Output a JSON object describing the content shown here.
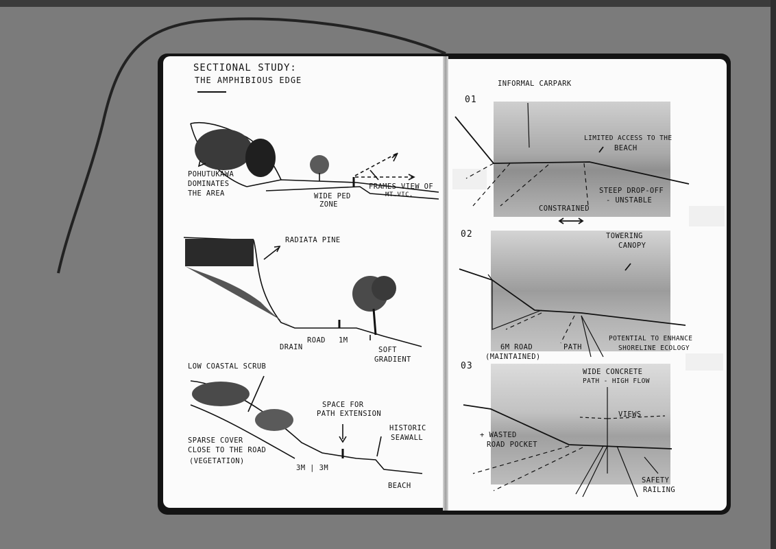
{
  "title": {
    "line1": "SECTIONAL STUDY:",
    "line2": "THE AMPHIBIOUS EDGE"
  },
  "left_page": {
    "section1": {
      "pohutukawa": [
        "POHUTUKAWA",
        "DOMINATES",
        "THE AREA"
      ],
      "ped_zone": [
        "WIDE PED",
        "ZONE"
      ],
      "frames_view": [
        "FRAMES VIEW OF",
        "MT.VIC."
      ]
    },
    "section2": {
      "radiata": "RADIATA PINE",
      "drain": "DRAIN",
      "road": "ROAD",
      "road_width": "1M",
      "soft_gradient": [
        "SOFT",
        "GRADIENT"
      ]
    },
    "section3": {
      "scrub": "LOW COASTAL SCRUB",
      "space": [
        "SPACE FOR",
        "PATH EXTENSION"
      ],
      "seawall": [
        "HISTORIC",
        "SEAWALL"
      ],
      "sparse": [
        "SPARSE COVER",
        "CLOSE TO THE ROAD",
        "(VEGETATION)"
      ],
      "dims": "3M | 3M",
      "beach": "BEACH"
    }
  },
  "right_page": {
    "view1": {
      "number": "01",
      "carpark": "INFORMAL CARPARK",
      "limited": [
        "LIMITED ACCESS TO THE",
        "BEACH"
      ],
      "steep": [
        "STEEP DROP-OFF",
        "- UNSTABLE"
      ],
      "constrained": "CONSTRAINED"
    },
    "view2": {
      "number": "02",
      "canopy": [
        "TOWERING",
        "CANOPY"
      ],
      "road": [
        "6M ROAD",
        "(MAINTAINED)"
      ],
      "path": "PATH",
      "potential": [
        "POTENTIAL TO ENHANCE",
        "SHORELINE ECOLOGY"
      ]
    },
    "view3": {
      "number": "03",
      "wide_path": [
        "WIDE CONCRETE",
        "PATH - HIGH FLOW"
      ],
      "views": "VIEWS",
      "wasted": [
        "+ WASTED",
        "ROAD POCKET"
      ],
      "safety": [
        "SAFETY",
        "RAILING"
      ]
    }
  },
  "colors": {
    "background": "#7b7b7b",
    "page": "#fbfbfb",
    "ink": "#111111",
    "photo": "#b9b9b9"
  }
}
